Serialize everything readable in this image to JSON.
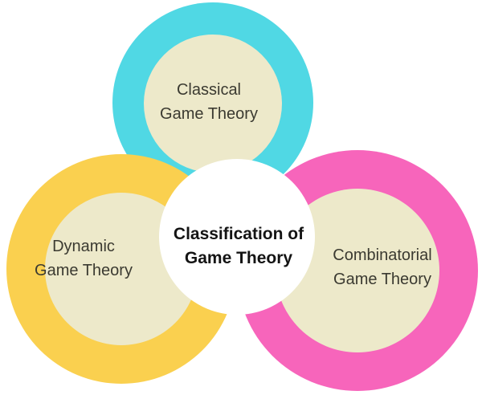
{
  "diagram": {
    "title": {
      "line1": "Classification of",
      "line2": "Game Theory"
    },
    "nodes": {
      "classical": {
        "line1": "Classical",
        "line2": "Game Theory",
        "ring_color": "#50D8E4"
      },
      "dynamic": {
        "line1": "Dynamic",
        "line2": "Game Theory",
        "ring_color": "#FAD04F"
      },
      "combinatorial": {
        "line1": "Combinatorial",
        "line2": "Game Theory",
        "ring_color": "#F765BB"
      }
    },
    "colors": {
      "background": "#FFFFFF",
      "inner_fill": "#EDE9CA",
      "center_fill": "#FFFFFF",
      "label_text": "#3B3A31",
      "title_text": "#141414"
    }
  }
}
